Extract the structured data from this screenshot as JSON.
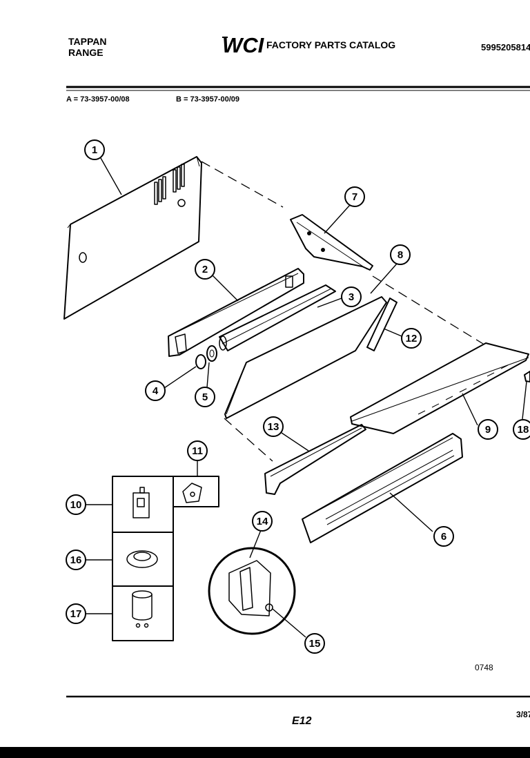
{
  "header": {
    "brand_line1": "TAPPAN",
    "brand_line2": "RANGE",
    "logo_text": "WCI",
    "catalog_title": "FACTORY PARTS CATALOG",
    "catalog_number": "5995205814"
  },
  "models": {
    "a": "A = 73-3957-00/08",
    "b": "B = 73-3957-00/09"
  },
  "callouts": [
    "1",
    "2",
    "3",
    "4",
    "5",
    "6",
    "7",
    "8",
    "9",
    "10",
    "11",
    "12",
    "13",
    "14",
    "15",
    "16",
    "17",
    "18"
  ],
  "footer": {
    "drawing_code": "0748",
    "page": "E12",
    "date": "3/87"
  },
  "colors": {
    "ink": "#000000",
    "paper": "#ffffff"
  }
}
